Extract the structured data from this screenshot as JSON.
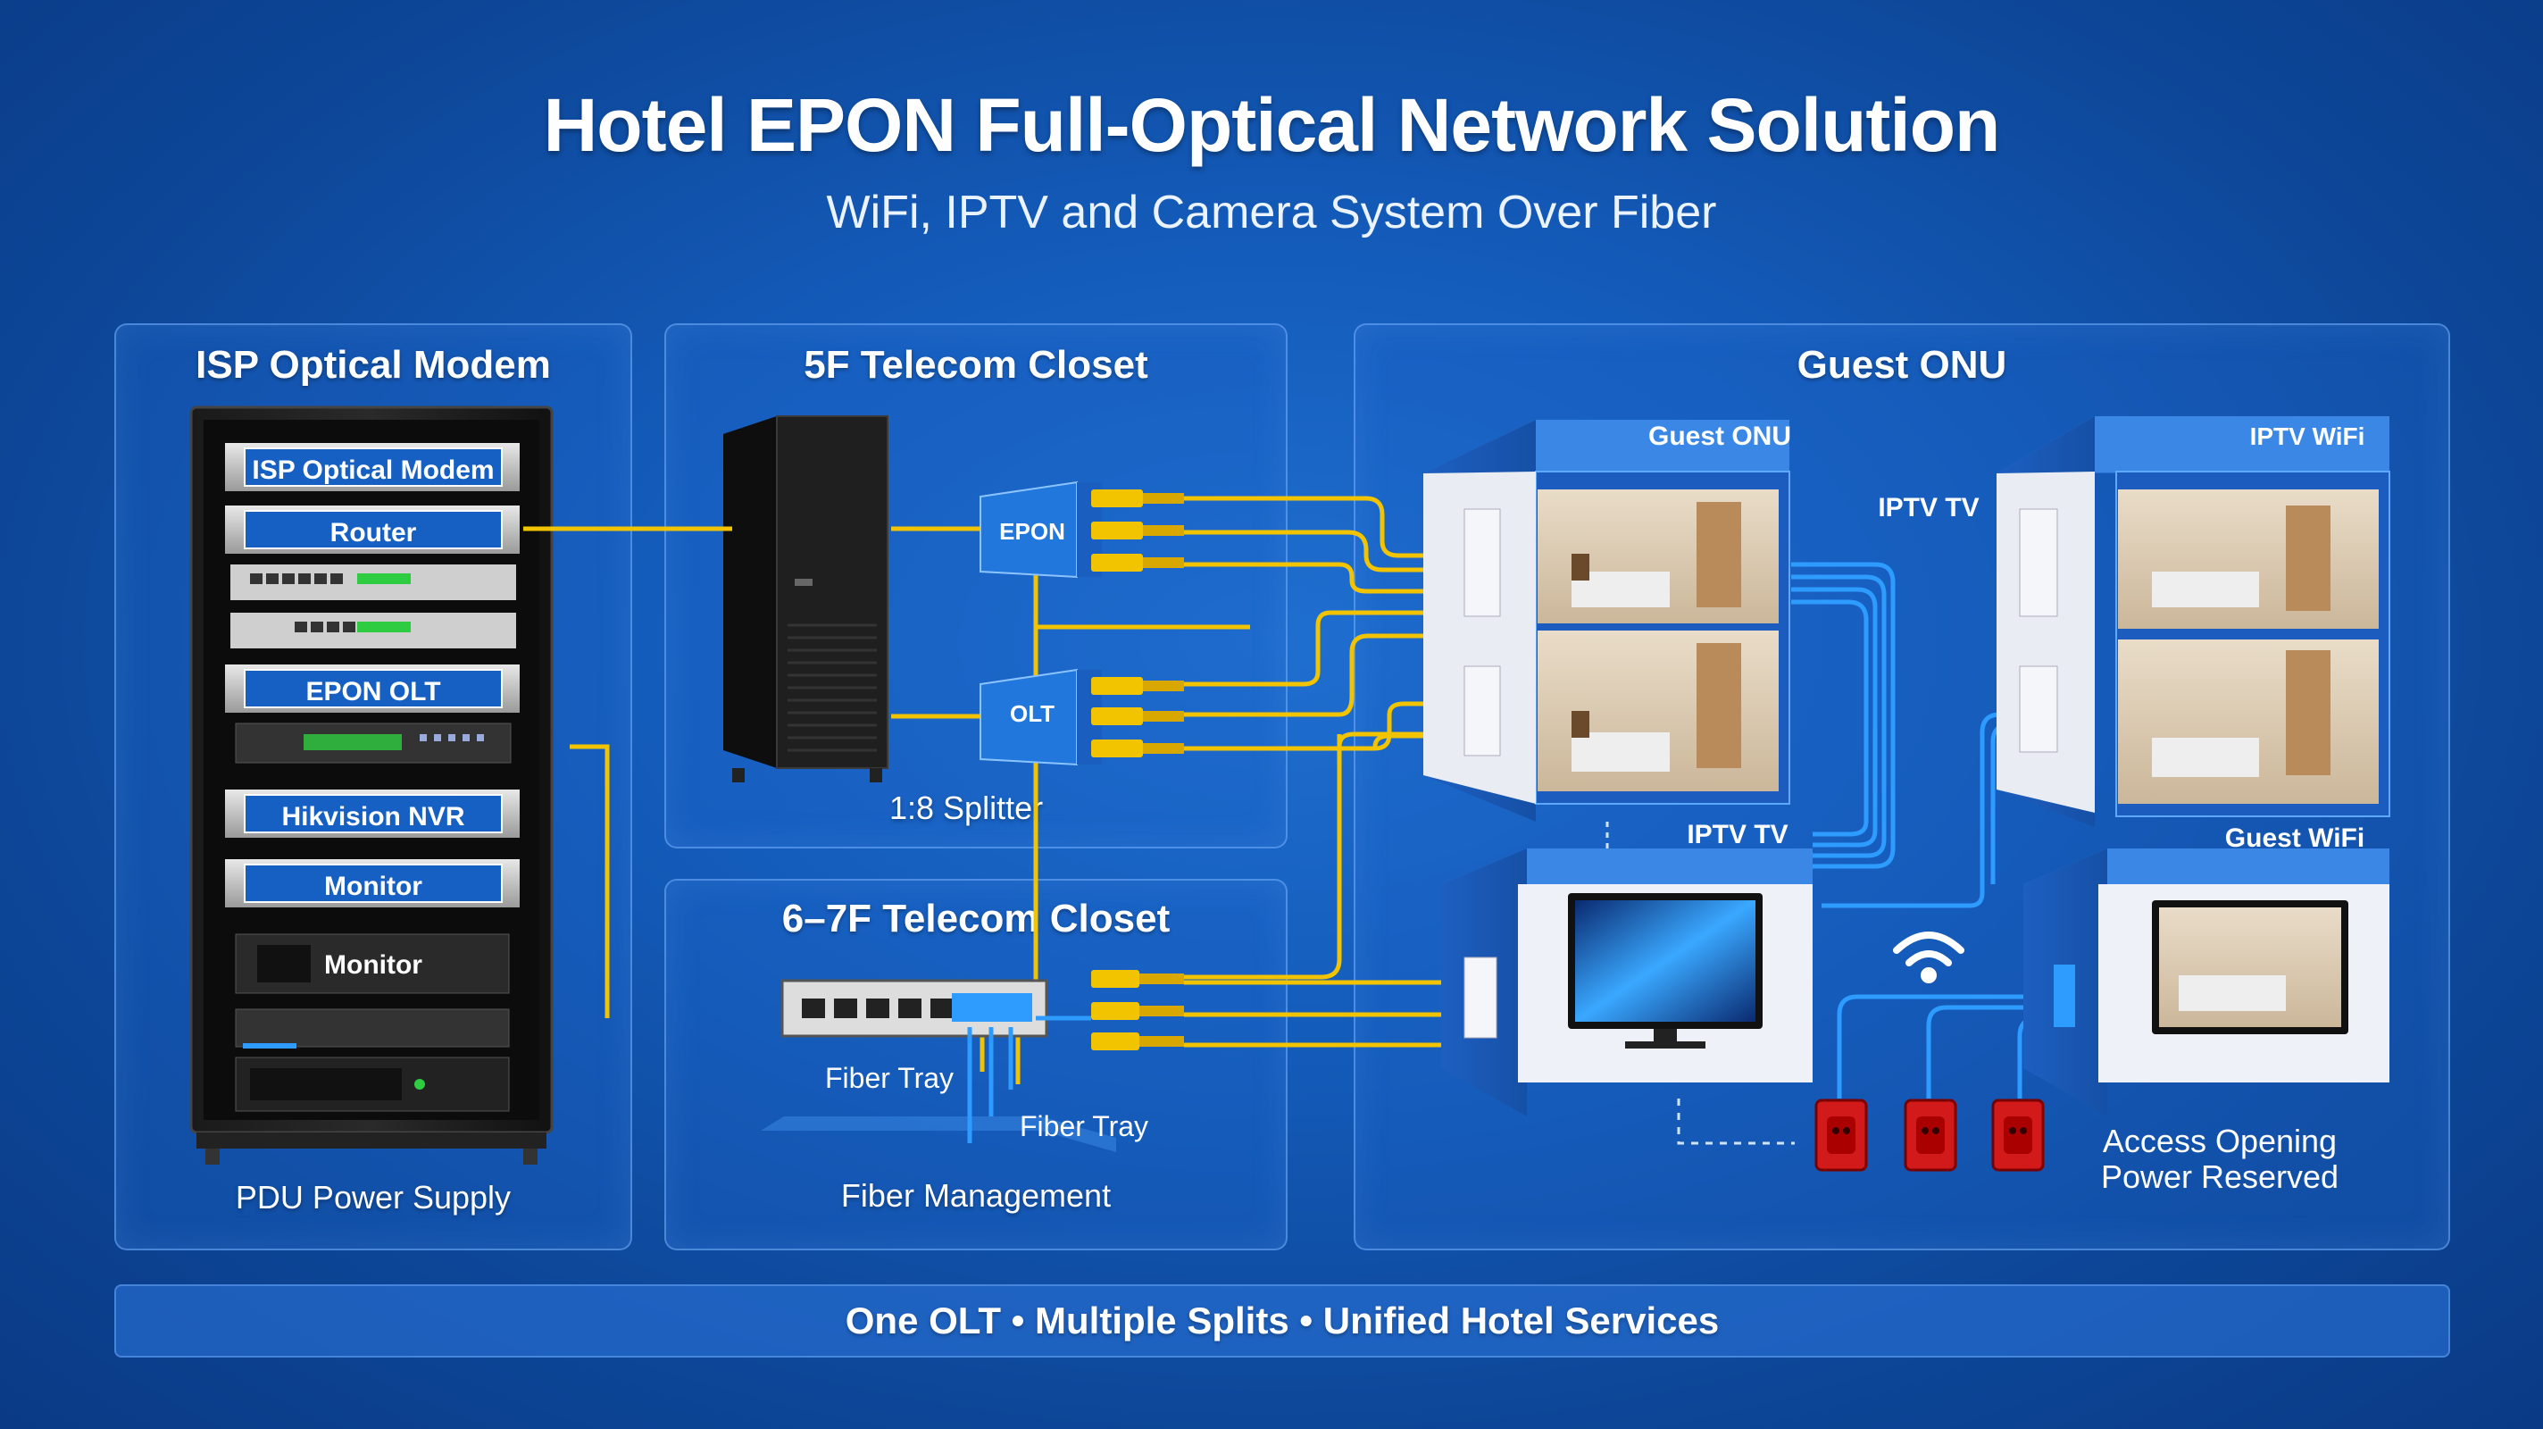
{
  "title": "Hotel EPON Full-Optical Network Solution",
  "subtitle": "WiFi, IPTV and Camera System Over Fiber",
  "panels": {
    "isp": {
      "title": "ISP Optical Modem",
      "rack_units": [
        "ISP Optical Modem",
        "Router",
        "EPON OLT",
        "Hikvision NVR",
        "Monitor",
        "Monitor"
      ],
      "footer": "PDU Power Supply"
    },
    "closet5f": {
      "title": "5F Telecom Closet",
      "splitter_top": "EPON",
      "splitter_bottom": "OLT",
      "caption": "1:8 Splitter"
    },
    "closet67f": {
      "title": "6–7F Telecom Closet",
      "tray1": "Fiber Tray",
      "tray2": "Fiber Tray",
      "caption": "Fiber Management"
    },
    "guest": {
      "title": "Guest ONU",
      "room1_label": "Guest ONU",
      "iptv_label_top": "IPTV TV",
      "room2_label": "IPTV WiFi",
      "tv_label": "IPTV TV",
      "wifi_label": "Guest WiFi",
      "access_line1": "Access Opening",
      "access_line2": "Power Reserved"
    }
  },
  "footer": "One OLT • Multiple Splits • Unified Hotel Services",
  "colors": {
    "fiber": "#f2c400",
    "cable": "#2e9bff",
    "outlet": "#d21a1a",
    "panel_bg": "#1e64c8"
  }
}
